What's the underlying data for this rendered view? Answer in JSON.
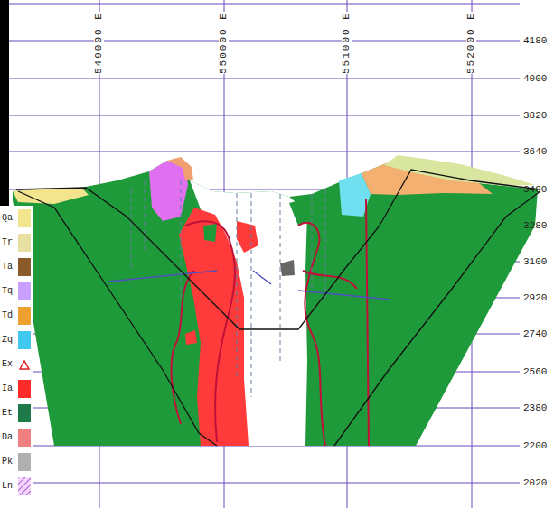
{
  "diagram": {
    "labels": [
      "549000 E",
      "550000 E",
      "551000 E",
      "552000 E",
      "4180",
      "4000",
      "3820",
      "3640",
      "3400",
      "3280",
      "3100",
      "2920",
      "2740",
      "2560",
      "2380",
      "2200",
      "2020"
    ],
    "legend": [
      {
        "text": "Qa",
        "color": "#f3e48e"
      },
      {
        "text": "Tr",
        "color": "#e8e0a0"
      },
      {
        "text": "Ta",
        "color": "#8b5a2b"
      },
      {
        "text": "Tq",
        "color": "#c9a0ff"
      },
      {
        "text": "Td",
        "color": "#f0a030"
      },
      {
        "text": "Zq",
        "color": "#40c8f0"
      },
      {
        "text": "Ex"
      },
      {
        "text": "Ia",
        "color": "#ff2a2a"
      },
      {
        "text": "Et",
        "color": "#1f7a4a"
      },
      {
        "text": "Da",
        "color": "#f08080"
      },
      {
        "text": "Pk",
        "color": "#b0b0b0"
      },
      {
        "text": "Ln"
      }
    ]
  }
}
